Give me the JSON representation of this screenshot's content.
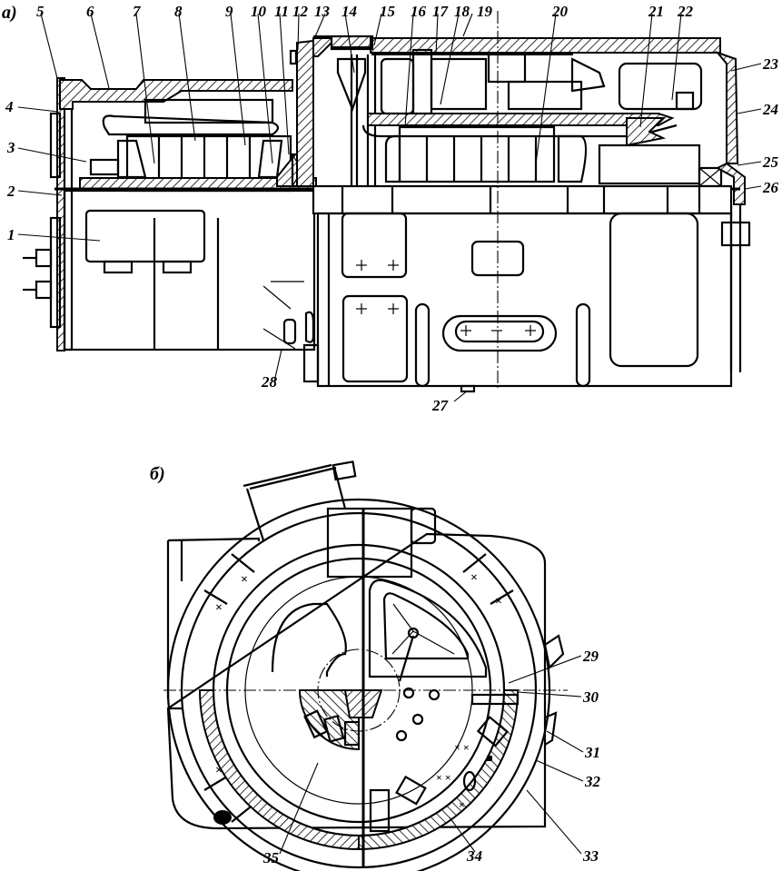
{
  "figure": {
    "views": [
      {
        "id": "a",
        "label": "a)",
        "description": "longitudinal section / side view"
      },
      {
        "id": "b",
        "label": "б)",
        "description": "end view / cross section"
      }
    ],
    "callouts": [
      {
        "num": "1"
      },
      {
        "num": "2"
      },
      {
        "num": "3"
      },
      {
        "num": "4"
      },
      {
        "num": "5"
      },
      {
        "num": "6"
      },
      {
        "num": "7"
      },
      {
        "num": "8"
      },
      {
        "num": "9"
      },
      {
        "num": "10"
      },
      {
        "num": "11"
      },
      {
        "num": "12"
      },
      {
        "num": "13"
      },
      {
        "num": "14"
      },
      {
        "num": "15"
      },
      {
        "num": "16"
      },
      {
        "num": "17"
      },
      {
        "num": "18"
      },
      {
        "num": "19"
      },
      {
        "num": "20"
      },
      {
        "num": "21"
      },
      {
        "num": "22"
      },
      {
        "num": "23"
      },
      {
        "num": "24"
      },
      {
        "num": "25"
      },
      {
        "num": "26"
      },
      {
        "num": "27"
      },
      {
        "num": "28"
      },
      {
        "num": "29"
      },
      {
        "num": "30"
      },
      {
        "num": "31"
      },
      {
        "num": "32"
      },
      {
        "num": "33"
      },
      {
        "num": "34"
      },
      {
        "num": "35"
      }
    ]
  }
}
